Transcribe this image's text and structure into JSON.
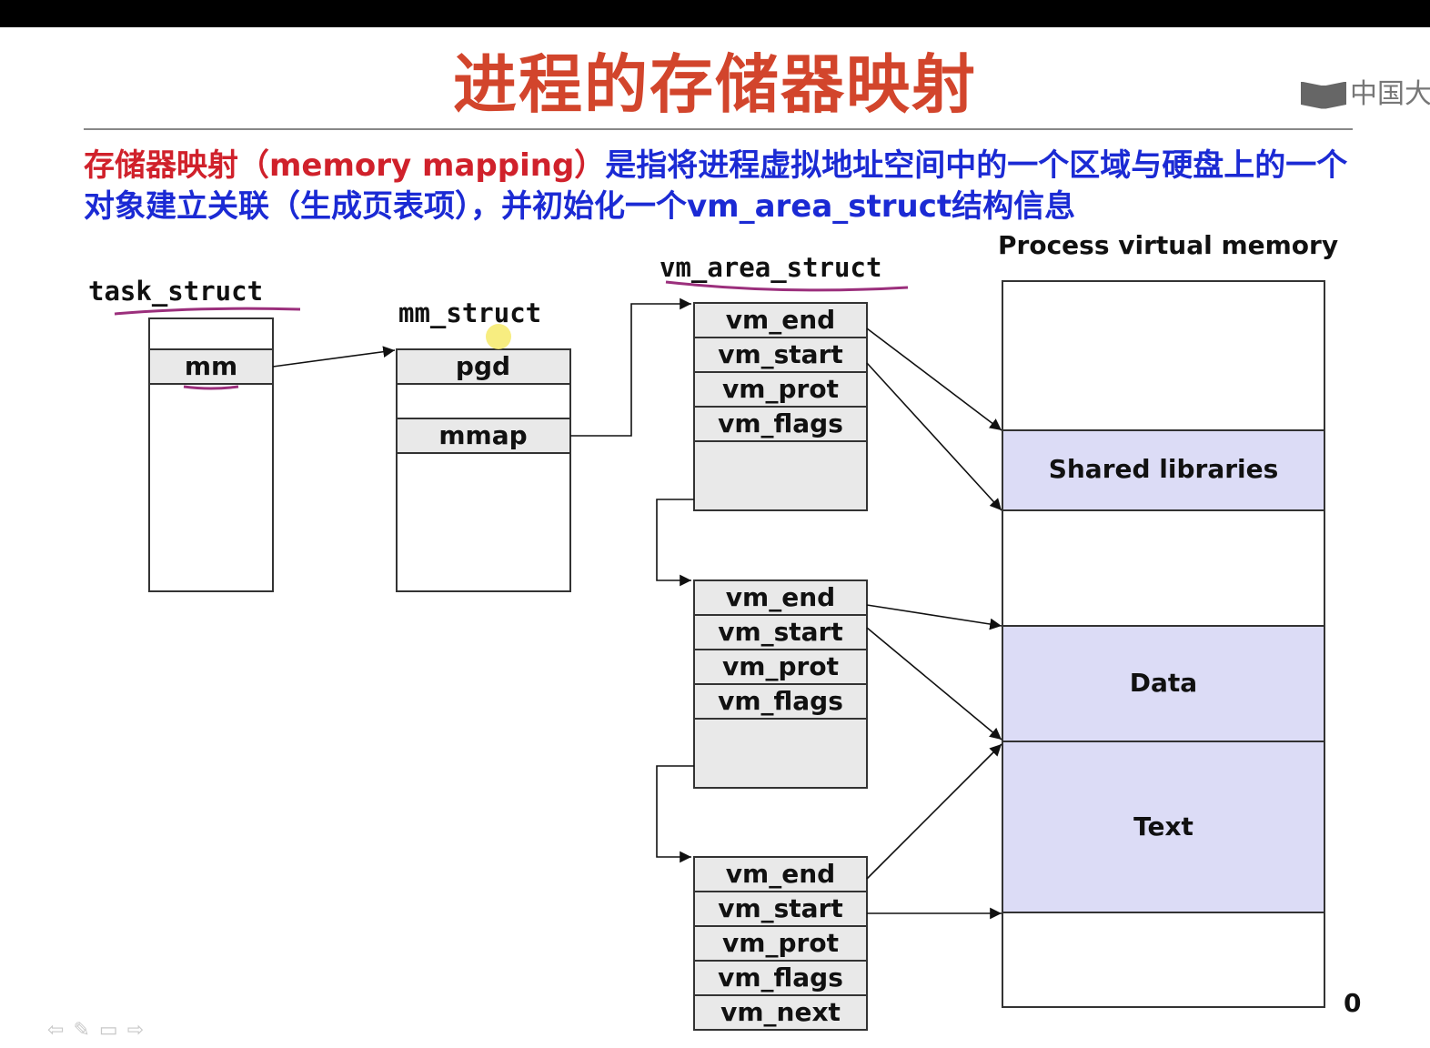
{
  "title": "进程的存储器映射",
  "logo_text": "中国大",
  "description": {
    "red_part": "存储器映射（memory mapping）",
    "blue_part": "是指将进程虚拟地址空间中的一个区域与硬盘上的一个对象建立关联（生成页表项），并初始化一个vm_area_struct结构信息"
  },
  "task_struct": {
    "label": "task_struct",
    "field": "mm"
  },
  "mm_struct": {
    "label": "mm_struct",
    "fields": [
      "pgd",
      "mmap"
    ]
  },
  "vm_area_struct": {
    "label": "vm_area_struct",
    "blocks": [
      [
        "vm_end",
        "vm_start",
        "vm_prot",
        "vm_flags"
      ],
      [
        "vm_end",
        "vm_start",
        "vm_prot",
        "vm_flags"
      ],
      [
        "vm_end",
        "vm_start",
        "vm_prot",
        "vm_flags",
        "vm_next"
      ]
    ]
  },
  "process_memory": {
    "label": "Process virtual memory",
    "segments": [
      "Shared libraries",
      "Data",
      "Text"
    ],
    "zero_label": "0"
  },
  "colors": {
    "title": "#d2452c",
    "desc_red": "#d0212b",
    "desc_blue": "#1b2ad4",
    "field_fill": "#e9e9e9",
    "segment_fill": "#dcdcf6",
    "underline": "#9b2f7c"
  },
  "nav_icons": [
    "back-arrow-icon",
    "pen-icon",
    "slides-icon",
    "forward-arrow-icon"
  ]
}
